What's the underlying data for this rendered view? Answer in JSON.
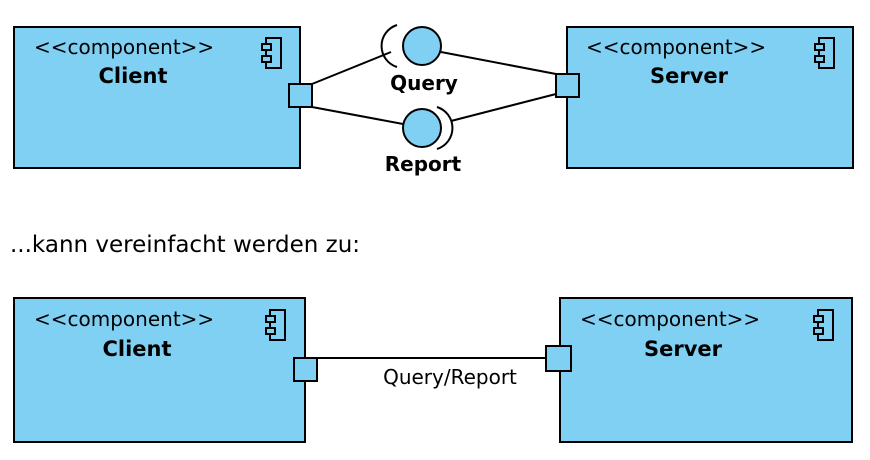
{
  "colors": {
    "component_fill": "#7FD0F3",
    "stroke": "#000000",
    "background": "#FFFFFF"
  },
  "top": {
    "client": {
      "stereotype": "<<component>>",
      "name": "Client"
    },
    "server": {
      "stereotype": "<<component>>",
      "name": "Server"
    },
    "interface_query": "Query",
    "interface_report": "Report"
  },
  "caption": "...kann vereinfacht werden zu:",
  "bottom": {
    "client": {
      "stereotype": "<<component>>",
      "name": "Client"
    },
    "server": {
      "stereotype": "<<component>>",
      "name": "Server"
    },
    "connector_label": "Query/Report"
  }
}
